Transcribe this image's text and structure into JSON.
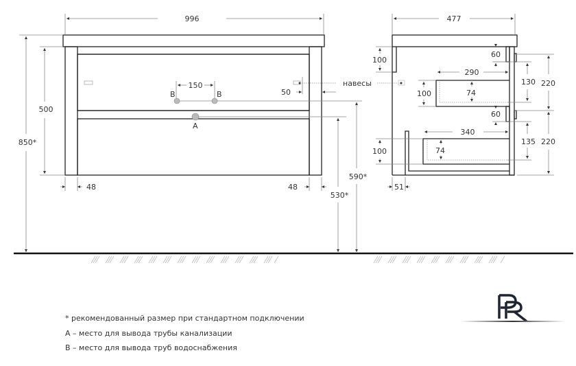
{
  "front_view": {
    "width_label": "996",
    "height_total_label": "850*",
    "body_height_label": "500",
    "left_leg_label": "48",
    "right_leg_label": "48",
    "pipe_spacing_label": "150",
    "pipe_b_left_label": "B",
    "pipe_b_right_label": "B",
    "pipe_a_label": "A",
    "hanger_offset_label": "50",
    "hanger_label": "навесы",
    "b_height_label": "590*",
    "a_height_label": "530*"
  },
  "side_view": {
    "depth_label": "477",
    "back_panel_label": "100",
    "gap_top_label": "60",
    "drawer1_depth_label": "290",
    "drawer1_height_label": "100",
    "drawer1_inner_label": "74",
    "drawer1_front_label": "130",
    "section1_label": "220",
    "gap_mid_label": "60",
    "drawer2_depth_label": "340",
    "drawer2_height_label": "100",
    "drawer2_inner_label": "74",
    "drawer2_front_label": "135",
    "section2_label": "220",
    "plinth_label": "51"
  },
  "notes": [
    "* рекомендованный размер при стандартном подключении",
    "А – место для вывода трубы канализации",
    "В – место для вывода труб водоснабжения"
  ],
  "logo": {
    "text": "PR"
  },
  "colors": {
    "line": "#222222",
    "dim": "#888888",
    "text": "#333333"
  }
}
